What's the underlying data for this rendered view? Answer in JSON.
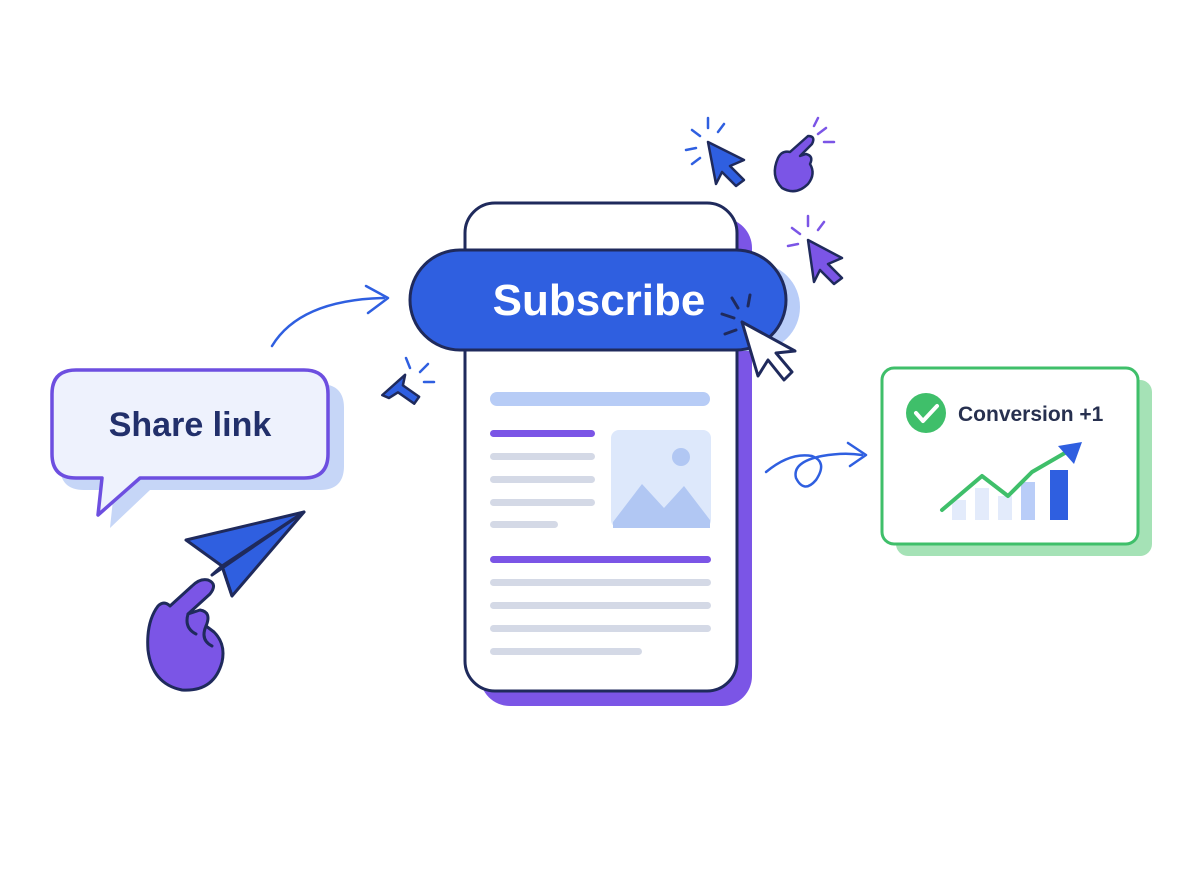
{
  "share_bubble": {
    "label": "Share link"
  },
  "subscribe_button": {
    "label": "Subscribe"
  },
  "conversion_card": {
    "label": "Conversion +1"
  },
  "colors": {
    "primary_blue": "#2f5fe0",
    "accent_purple": "#6d4fe0",
    "success_green": "#3fbf6a",
    "ink": "#1f2a5c"
  },
  "icons": [
    "paper-plane-icon",
    "pointing-hand-icon",
    "cursor-arrow-icon",
    "image-placeholder-icon",
    "checkmark-icon",
    "trend-up-icon"
  ]
}
